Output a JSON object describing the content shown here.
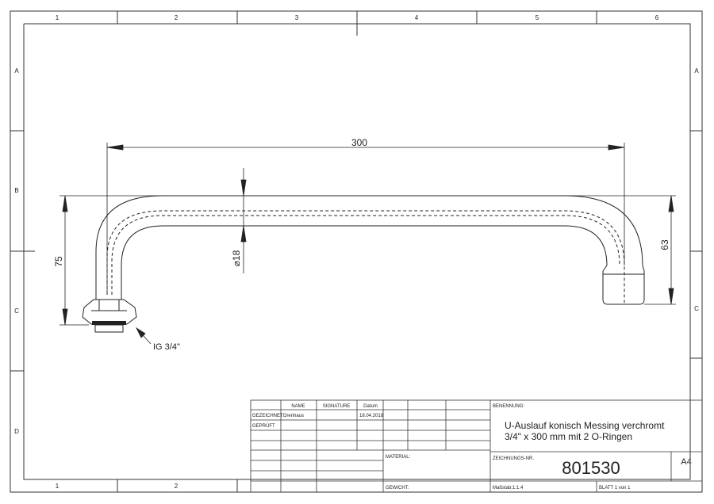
{
  "zones": {
    "columns": [
      "1",
      "2",
      "3",
      "4",
      "5",
      "6"
    ],
    "bottom_columns": [
      "1",
      "2"
    ],
    "rows": [
      "A",
      "B",
      "C",
      "D"
    ],
    "right_rows": [
      "A",
      "C"
    ]
  },
  "dimensions": {
    "length": "300",
    "height_left": "75",
    "height_right": "63",
    "diameter": "⌀18",
    "thread": "IG 3/4\""
  },
  "title_block": {
    "headers": {
      "name": "NAME",
      "signature": "SIGNATURE",
      "date": "Datum"
    },
    "rows": [
      {
        "label": "GEZEICHNET",
        "name": "Drenhaus",
        "date": "18.04.2018"
      },
      {
        "label": "GEPRÜFT",
        "name": "",
        "date": ""
      }
    ],
    "material_label": "MATERIAL:",
    "weight_label": "GEWICHT:",
    "designation_label": "BENENNUNG:",
    "designation_line1": "U-Auslauf konisch Messing verchromt",
    "designation_line2": "3/4\" x 300 mm mit 2 O-Ringen",
    "drawing_no_label": "ZEICHNUNGS-NR.",
    "drawing_no": "801530",
    "sheet_size": "A4",
    "scale": "Maßstab:1:1.4",
    "sheet": "BLATT 1 von 1"
  }
}
